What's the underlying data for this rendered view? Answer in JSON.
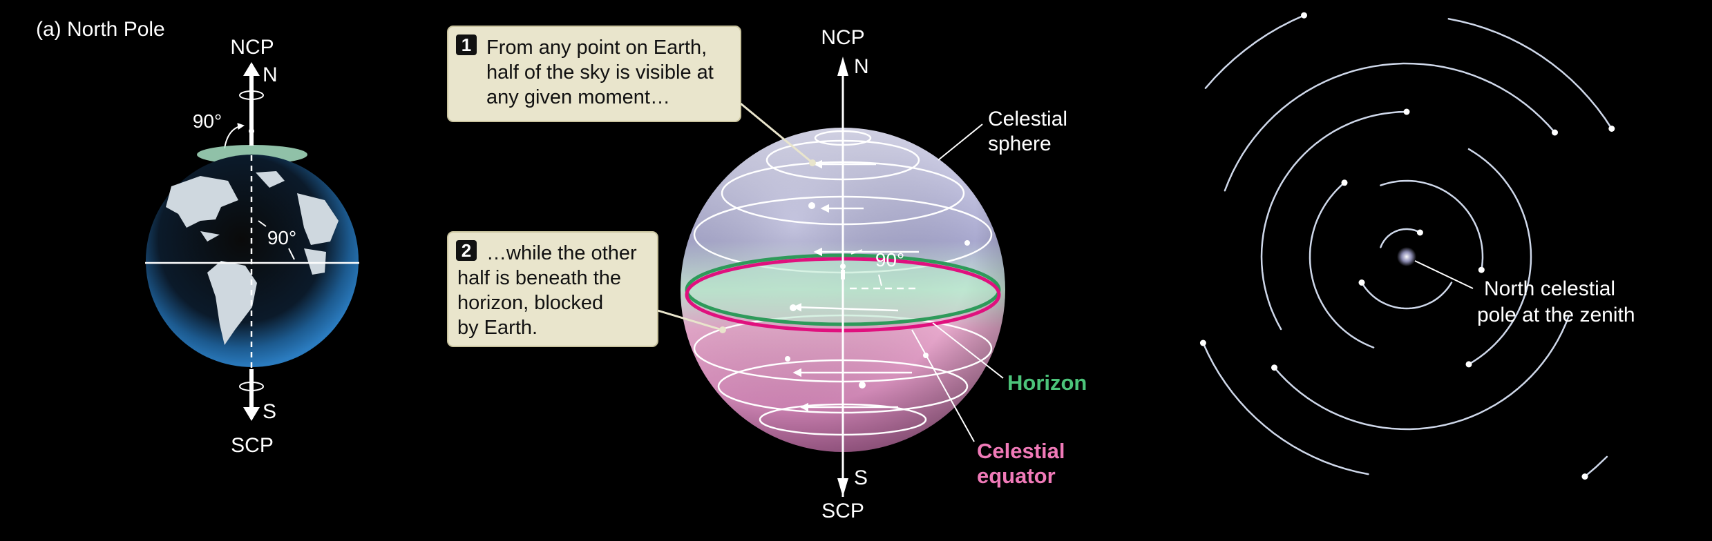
{
  "panel_label": "(a)  North Pole",
  "earth": {
    "ncp": "NCP",
    "n": "N",
    "scp": "SCP",
    "s": "S",
    "angle_top": "90°",
    "angle_equator": "90°"
  },
  "sphere": {
    "ncp": "NCP",
    "n": "N",
    "scp": "SCP",
    "s": "S",
    "angle": "90°",
    "celestial_sphere_line1": "Celestial",
    "celestial_sphere_line2": "sphere",
    "horizon": "Horizon",
    "celestial_equator_line1": "Celestial",
    "celestial_equator_line2": "equator"
  },
  "callouts": [
    {
      "number": "1",
      "lines": [
        "From any point on Earth,",
        "half of the sky is visible at",
        "any given moment…"
      ]
    },
    {
      "number": "2",
      "lines": [
        "…while the other",
        "half is beneath the",
        "horizon, blocked",
        "by Earth."
      ]
    }
  ],
  "star_trails": {
    "label_line1": "North celestial",
    "label_line2": "pole at the zenith"
  },
  "colors": {
    "horizon": "#2e9a5a",
    "celestial_equator": "#e0107e",
    "celestial_equator_label": "#f07ab8",
    "horizon_label": "#4cc47a",
    "callout_fill": "#e9e5cc"
  }
}
